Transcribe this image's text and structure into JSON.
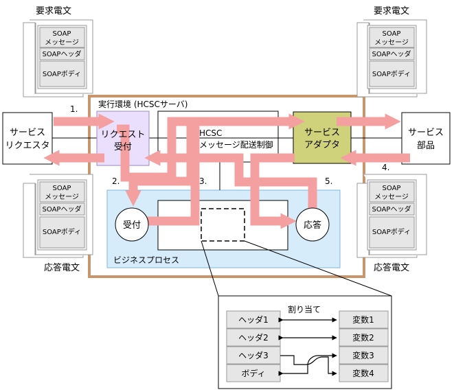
{
  "documents": {
    "top_left_caption": "要求電文",
    "top_right_caption": "要求電文",
    "bottom_left_caption": "応答電文",
    "bottom_right_caption": "応答電文",
    "soap_message": "SOAP",
    "soap_message_sub": "メッセージ",
    "soap_header": "SOAPヘッダ",
    "soap_body": "SOAPボディ"
  },
  "runtime": {
    "title": "実行環境 (HCSCサーバ)",
    "request_receiver_line1": "リクエスト",
    "request_receiver_line2": "受付",
    "hcsc_line1": "HCSC",
    "hcsc_line2": "メッセージ配送制御",
    "adapter_line1": "サービス",
    "adapter_line2": "アダプタ"
  },
  "service_requester": {
    "line1": "サービス",
    "line2": "リクエスタ"
  },
  "service_component": {
    "line1": "サービス",
    "line2": "部品"
  },
  "business_process": {
    "label": "ビジネスプロセス",
    "receive": "受付",
    "reply": "応答"
  },
  "steps": {
    "s1": "1.",
    "s2": "2.",
    "s3": "3.",
    "s4": "4.",
    "s5": "5."
  },
  "mapping": {
    "title": "割り当て",
    "left": [
      "ヘッダ1",
      "ヘッダ2",
      "ヘッダ3",
      "ボディ"
    ],
    "right": [
      "変数1",
      "変数2",
      "変数3",
      "変数4"
    ]
  },
  "colors": {
    "arrow": "#f5a0a0",
    "runtime_border": "#c9956a",
    "business_process_fill": "#d6ecfb",
    "request_receiver_fill": "#eadffc",
    "adapter_fill": "#cfd27a",
    "doc_inner_fill": "#e6e6e6"
  }
}
